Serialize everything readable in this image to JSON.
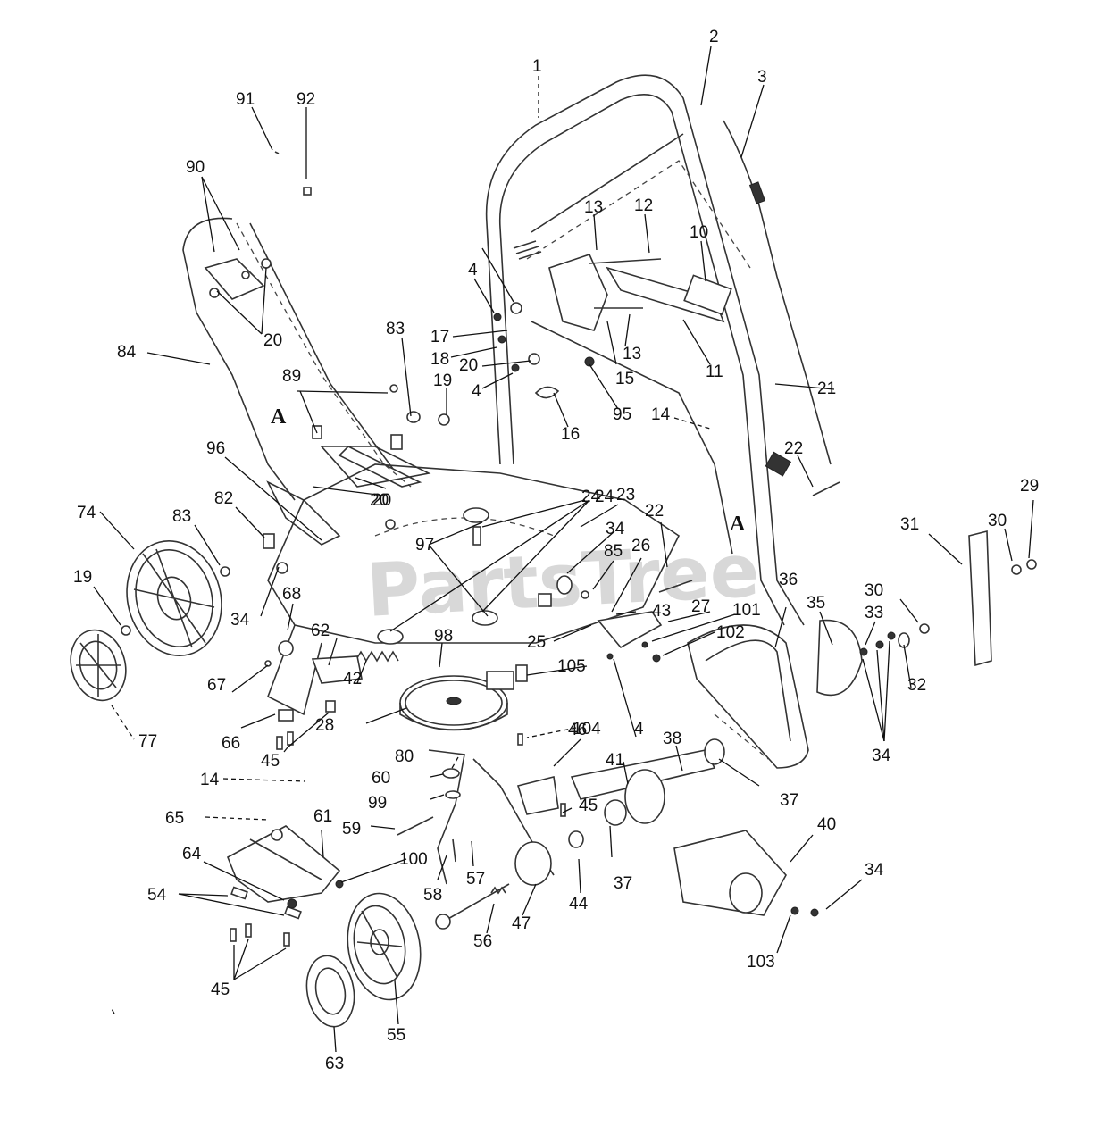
{
  "watermark": "PartsTree",
  "section_marks": [
    "A",
    "A"
  ],
  "callouts": [
    "1",
    "2",
    "3",
    "91",
    "92",
    "90",
    "20",
    "12",
    "13",
    "10",
    "4",
    "17",
    "18",
    "20",
    "4",
    "11",
    "13",
    "15",
    "95",
    "16",
    "84",
    "83",
    "89",
    "19",
    "21",
    "14",
    "22",
    "20",
    "96",
    "24",
    "23",
    "97",
    "34",
    "85",
    "26",
    "22",
    "29",
    "30",
    "31",
    "74",
    "83",
    "82",
    "68",
    "34",
    "19",
    "36",
    "35",
    "30",
    "33",
    "27",
    "43",
    "101",
    "25",
    "102",
    "105",
    "98",
    "62",
    "104",
    "4",
    "38",
    "32",
    "34",
    "67",
    "66",
    "42",
    "28",
    "46",
    "41",
    "45",
    "80",
    "60",
    "99",
    "37",
    "77",
    "14",
    "65",
    "61",
    "59",
    "45",
    "40",
    "34",
    "100",
    "64",
    "58",
    "57",
    "56",
    "44",
    "37",
    "47",
    "54",
    "103",
    "45",
    "55",
    "63",
    "20",
    "24"
  ]
}
